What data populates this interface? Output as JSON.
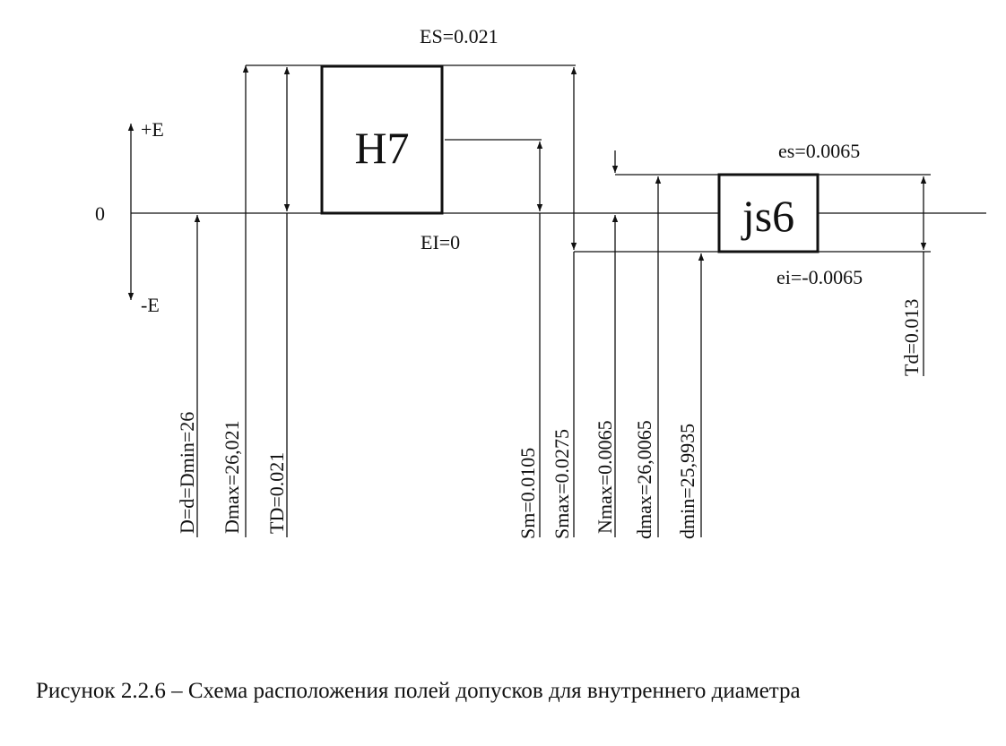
{
  "axis": {
    "zero": "0",
    "plus": "+E",
    "minus": "-E"
  },
  "hole": {
    "name": "H7",
    "upper": "ES=0.021",
    "lower": "EI=0"
  },
  "shaft": {
    "name": "js6",
    "upper": "es=0.0065",
    "lower": "ei=-0.0065",
    "tolerance": "Td=0.013"
  },
  "dimensions": [
    "D=d=Dmin=26",
    "Dmax=26,021",
    "TD=0.021",
    "Sm=0.0105",
    "Smax=0.0275",
    "Nmax=0.0065",
    "dmax=26,0065",
    "dmin=25,9935"
  ],
  "caption": "Рисунок 2.2.6 – Схема расположения полей допусков для внутреннего диаметра"
}
